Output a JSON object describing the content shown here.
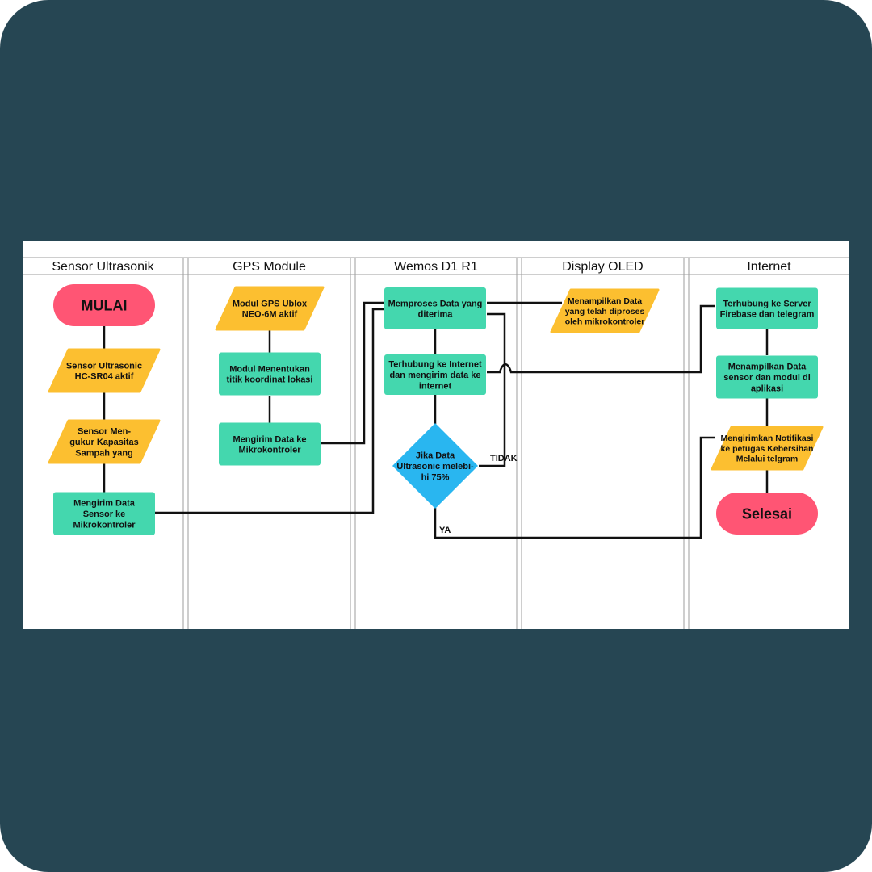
{
  "colors": {
    "frame": "#264653",
    "process": "#44d7ae",
    "io": "#fcbf30",
    "terminal": "#ff5574",
    "decision": "#29b6f0",
    "connector": "#111111",
    "lane_border": "#9e9e9e"
  },
  "lanes": [
    {
      "id": "sensor",
      "title": "Sensor Ultrasonik"
    },
    {
      "id": "gps",
      "title": "GPS Module"
    },
    {
      "id": "wemos",
      "title": "Wemos D1 R1"
    },
    {
      "id": "oled",
      "title": "Display OLED"
    },
    {
      "id": "internet",
      "title": "Internet"
    }
  ],
  "nodes": {
    "mulai": {
      "type": "terminal",
      "lines": [
        "MULAI"
      ]
    },
    "sensor_aktif": {
      "type": "io",
      "lines": [
        "Sensor Ultrasonic",
        "HC-SR04 aktif"
      ]
    },
    "sensor_ukur": {
      "type": "io",
      "lines": [
        "Sensor Men-",
        "gukur Kapasitas",
        "Sampah yang"
      ]
    },
    "sensor_kirim": {
      "type": "process",
      "lines": [
        "Mengirim Data",
        "Sensor ke",
        "Mikrokontroler"
      ]
    },
    "gps_aktif": {
      "type": "io",
      "lines": [
        "Modul GPS Ublox",
        "NEO-6M aktif"
      ]
    },
    "gps_lokasi": {
      "type": "process",
      "lines": [
        "Modul Menentukan",
        "titik koordinat lokasi"
      ]
    },
    "gps_kirim": {
      "type": "process",
      "lines": [
        "Mengirim Data ke",
        "Mikrokontroler"
      ]
    },
    "wemos_proses": {
      "type": "process",
      "lines": [
        "Memproses Data yang",
        "diterima"
      ]
    },
    "wemos_internet": {
      "type": "process",
      "lines": [
        "Terhubung ke Internet",
        "dan mengirim data ke",
        "internet"
      ]
    },
    "wemos_decision": {
      "type": "decision",
      "lines": [
        "Jika Data",
        "Ultrasonic melebi-",
        "hi 75%"
      ]
    },
    "oled_tampil": {
      "type": "io",
      "lines": [
        "Menampilkan Data",
        "yang telah diproses",
        "oleh mikrokontroler"
      ]
    },
    "net_server": {
      "type": "process",
      "lines": [
        "Terhubung ke Server",
        "Firebase dan telegram"
      ]
    },
    "net_aplikasi": {
      "type": "process",
      "lines": [
        "Menampilkan Data",
        "sensor dan modul di",
        "aplikasi"
      ]
    },
    "net_notif": {
      "type": "io",
      "lines": [
        "Mengirimkan Notifikasi",
        "ke petugas Kebersihan",
        "Melalui telgram"
      ]
    },
    "selesai": {
      "type": "terminal",
      "lines": [
        "Selesai"
      ]
    }
  },
  "edge_labels": {
    "tidak": "TIDAK",
    "ya": "YA"
  }
}
